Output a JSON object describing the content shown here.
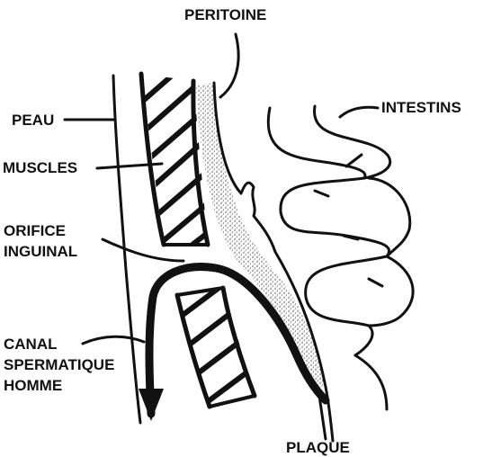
{
  "labels": {
    "peritoine": "PERITOINE",
    "intestins": "INTESTINS",
    "peau": "PEAU",
    "muscles": "MUSCLES",
    "orifice_line1": "ORIFICE",
    "orifice_line2": "INGUINAL",
    "canal_line1": "CANAL",
    "canal_line2": "SPERMATIQUE",
    "canal_line3": "HOMME",
    "plaque": "PLAQUE"
  },
  "colors": {
    "ink": "#111111",
    "stipple": "#555555",
    "background": "#ffffff"
  }
}
